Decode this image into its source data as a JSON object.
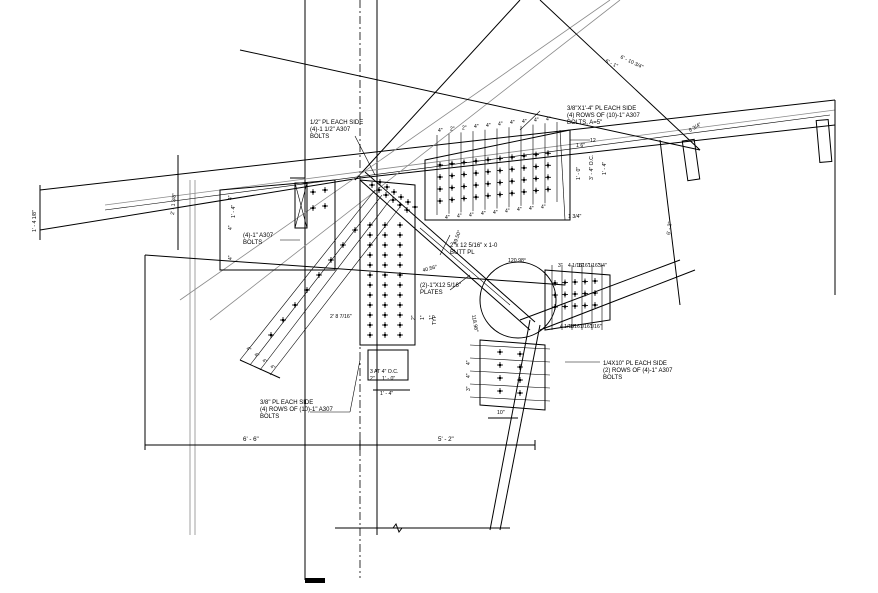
{
  "notes": {
    "top_plate_line1": "1/2\" PL EACH SIDE",
    "top_plate_line2": "(4)-1 1/2\" A307",
    "top_plate_line3": "BOLTS",
    "right_top_line1": "3/8\"X1'-4\" PL EACH SIDE",
    "right_top_line2": "(4) ROWS OF (10)-1\" A307",
    "right_top_line3": "BOLTS, A=5\"",
    "left_bolts_line1": "(4)-1\" A307",
    "left_bolts_line2": "BOLTS",
    "butt_line1": "2\"x 12 5/16\" x 1-0",
    "butt_line2": "BUTT PL",
    "plates_line1": "(2)-1\"X12 5/16\"",
    "plates_line2": "PLATES",
    "bottom_left_line1": "3/8\" PL EACH SIDE",
    "bottom_left_line2": "(4) ROWS OF (10)-1\" A307",
    "bottom_left_line3": "BOLTS",
    "bottom_right_line1": "1/4X10\" PL EACH SIDE",
    "bottom_right_line2": "(2) ROWS OF (4)-1\" A307",
    "bottom_right_line3": "BOLTS"
  },
  "dimensions": {
    "overall_left": "6' - 6\"",
    "overall_right": "5' - 2\"",
    "spacing_3at4": "3 AT 4\" O.C.",
    "spacing_1_0": "1' - 0\"",
    "spacing_2": "2\"",
    "width_1_4": "1' - 4\"",
    "left_depth": "1' - 4 1/8\"",
    "left_depth2": "2' - 1 3/8\"",
    "top_diag_1": "6' - 10 3/4\"",
    "top_diag_2": "6' - 1\"",
    "right_vertical": "6' - 2\"",
    "right_top_short": "8 3/4\"",
    "gusset_left": "2' 8 7/16\"",
    "typ": "TYP",
    "angle_1": "120.98°",
    "angle_2": "40.56°",
    "angle_3": "49.50°",
    "angle_4": "118.98°",
    "one_3_4": "1 3/4\"",
    "twelve": "12",
    "one_6": "1 6\"",
    "right_spacing_1": "3' - 4\" O.C.",
    "right_spacing_2": "1' - 0\"",
    "right_spacing_3": "1' - 4\"",
    "ten_in": "10\"",
    "small_1_4": "1' - 4\"",
    "top_ticks": [
      "4\"",
      "2\"",
      "2\"",
      "4\"",
      "4\"",
      "4\"",
      "4\"",
      "4\"",
      "4\"",
      "4\""
    ],
    "bottom_ticks": [
      "4\"",
      "4\"",
      "4\"",
      "4\"",
      "4\"",
      "4\"",
      "4\"",
      "4\"",
      "4\""
    ],
    "right_ticks": [
      "3\"",
      "4 1/16\"",
      "1/16\"",
      "1/16\"",
      "3/4\""
    ],
    "right_ticks_2": [
      "4 1/16\"",
      "1/16\"",
      "1/16\"",
      "1/16\""
    ],
    "left_ticks": [
      "4\"",
      "4\"",
      "4\""
    ],
    "low_ticks": [
      "4\"",
      "4\"",
      "3\""
    ],
    "diag_ticks": [
      "4\"",
      "4\"",
      "4\"",
      "4\""
    ],
    "small_gusset": [
      "2\"",
      "1\"",
      "1\""
    ]
  }
}
